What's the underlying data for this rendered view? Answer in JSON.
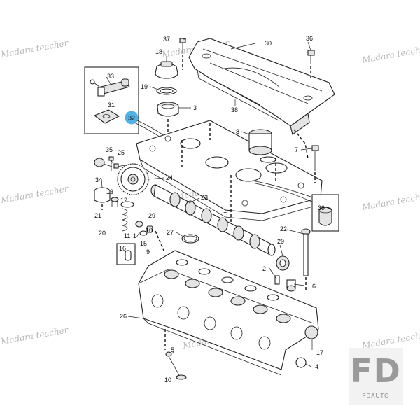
{
  "diagram": {
    "callouts": {
      "c1": "1",
      "c2": "2",
      "c3": "3",
      "c4": "4",
      "c5": "5",
      "c6": "6",
      "c7": "7",
      "c8": "8",
      "c9": "9",
      "c10": "10",
      "c11": "11",
      "c12": "12",
      "c13": "13",
      "c14": "14",
      "c15": "15",
      "c16": "16",
      "c17": "17",
      "c18": "18",
      "c19": "19",
      "c20": "20",
      "c21": "21",
      "c22": "22",
      "c23": "23",
      "c24": "24",
      "c25": "25",
      "c26": "26",
      "c27": "27",
      "c29": "29",
      "c30": "30",
      "c31": "31",
      "c32": "32",
      "c33": "33",
      "c34": "34",
      "c35": "35",
      "c36": "36",
      "c37": "37",
      "c38": "38",
      "c39": "39"
    },
    "highlight_color": "#4fb3e8"
  },
  "watermarks": [
    "Madara teacher",
    "Madara teacher",
    "Madara teacher",
    "Madara teacher",
    "Madara teacher",
    "Madara teacher",
    "Madara teacher",
    "Madara teacher"
  ],
  "logo": {
    "main": "FD",
    "sub": "FDAUTO"
  }
}
